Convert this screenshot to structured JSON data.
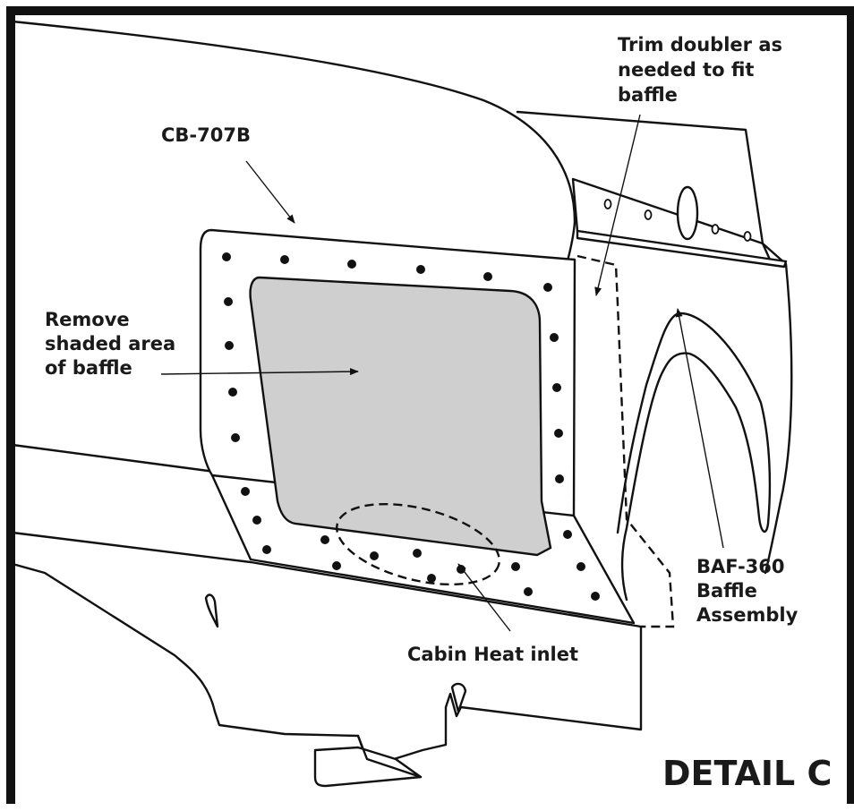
{
  "diagram": {
    "labels": {
      "cb707b": "CB-707B",
      "trim_doubler": [
        "Trim doubler as",
        "needed to fit",
        "baffle"
      ],
      "remove_shaded": [
        "Remove",
        "shaded area",
        "of baffle"
      ],
      "cabin_heat": "Cabin Heat inlet",
      "baf360": [
        "BAF-360",
        "Baffle",
        "Assembly"
      ],
      "detail": "DETAIL C"
    },
    "colors": {
      "line": "#111111",
      "shaded_area": "#cfcfcf",
      "background": "#ffffff"
    }
  }
}
